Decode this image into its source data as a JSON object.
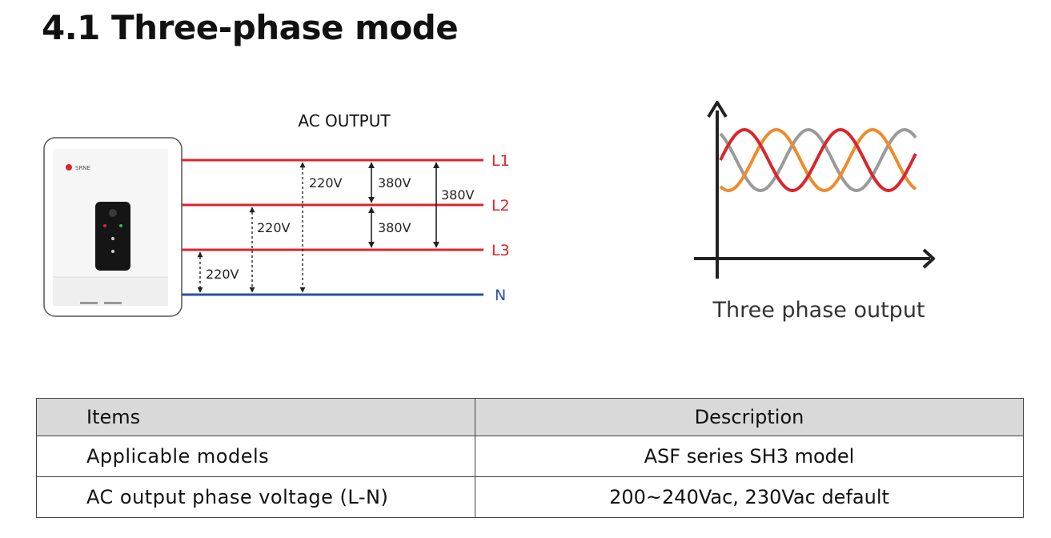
{
  "page": {
    "title": "4.1 Three-phase mode"
  },
  "wiring_diagram": {
    "heading": "AC OUTPUT",
    "brand_mark": "SRNE",
    "lines": [
      {
        "label": "L1",
        "color": "#d9252d"
      },
      {
        "label": "L2",
        "color": "#d9252d"
      },
      {
        "label": "L3",
        "color": "#d9252d"
      },
      {
        "label": "N",
        "color": "#2b4f9e"
      }
    ],
    "voltage_labels": {
      "l1_to_n": "220V",
      "l2_to_n": "220V",
      "l3_to_n": "220V",
      "l1_to_l2": "380V",
      "l2_to_l3": "380V",
      "l1_to_l3": "380V"
    }
  },
  "waveform": {
    "caption": "Three phase output",
    "colors": {
      "phase_a": "#d9252d",
      "phase_b": "#f08a2c",
      "phase_c": "#9a9a9a",
      "axes": "#222222"
    }
  },
  "table": {
    "headers": {
      "items": "Items",
      "description": "Description"
    },
    "rows": [
      {
        "item": "Applicable models",
        "description": "ASF series SH3 model"
      },
      {
        "item": "AC output phase voltage (L-N)",
        "description": "200~240Vac, 230Vac  default"
      }
    ]
  }
}
